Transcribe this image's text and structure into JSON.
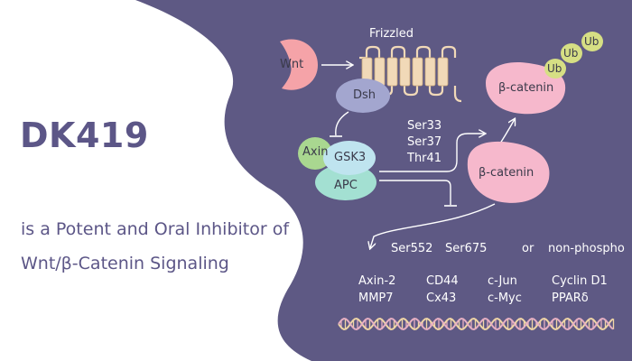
{
  "colors": {
    "panel": "#5e5984",
    "title": "#5c5687",
    "text_dark": "#3a3a4a",
    "text_light": "#ffffff",
    "wnt": "#f5a3a8",
    "receptor": "#f1d9b8",
    "dsh": "#a3a6cf",
    "axin": "#a9d790",
    "gsk3": "#bfe4ef",
    "apc": "#a3e0d2",
    "catenin": "#f6b8cc",
    "ubiquitin": "#d6df84",
    "dna_a": "#f0d6a6",
    "dna_b": "#e7b0c3"
  },
  "left": {
    "title": "DK419",
    "subtitle_line1": "is a Potent and Oral Inhibitor of",
    "subtitle_line2": "Wnt/β-Catenin Signaling"
  },
  "pathway": {
    "wnt": "Wnt",
    "receptor": "Frizzled",
    "dsh": "Dsh",
    "axin": "Axin",
    "gsk3": "GSK3",
    "apc": "APC",
    "phospho_sites": [
      "Ser33",
      "Ser37",
      "Thr41"
    ],
    "catenin_ub": "β-catenin",
    "ub_tags": [
      "Ub",
      "Ub",
      "Ub"
    ],
    "catenin": "β-catenin",
    "nuclear_sites": [
      "Ser552",
      "Ser675",
      "or",
      "non-phospho"
    ],
    "targets": [
      [
        "Axin-2",
        "MMP7"
      ],
      [
        "CD44",
        "Cx43"
      ],
      [
        "c-Jun",
        "c-Myc"
      ],
      [
        "Cyclin D1",
        "PPARδ"
      ]
    ]
  },
  "icons": {
    "arrow": "arrow-icon",
    "inhibition": "inhibition-bar-icon",
    "dna": "dna-helix-icon"
  }
}
